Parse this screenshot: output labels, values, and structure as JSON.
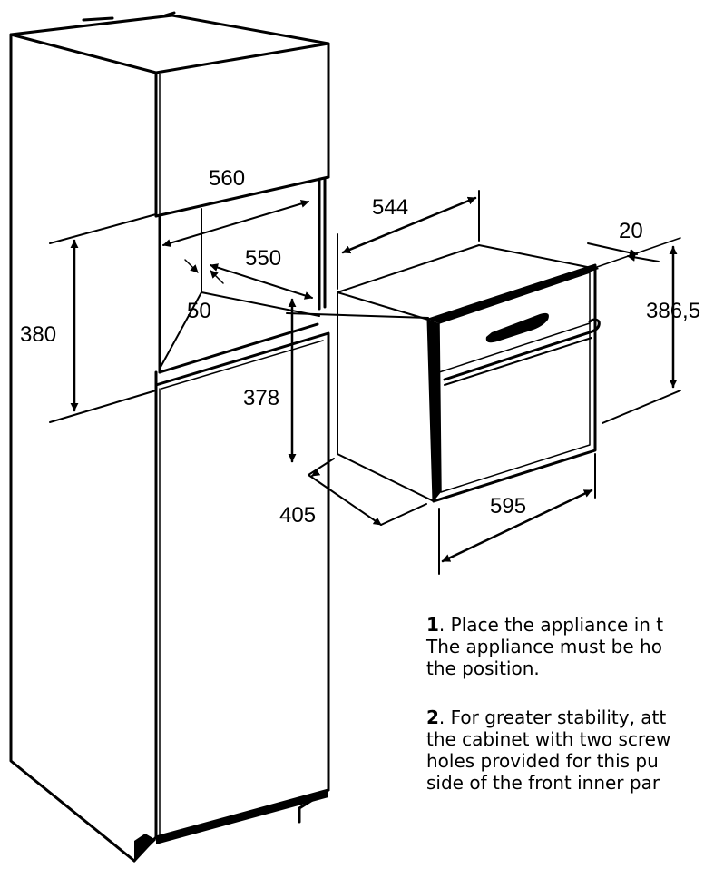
{
  "dimensions": {
    "niche_width": "560",
    "niche_depth": "550",
    "niche_setback": "50",
    "niche_height": "380",
    "appliance_depth": "544",
    "front_panel": "20",
    "front_height": "386,5",
    "body_height": "378",
    "body_depth": "405",
    "front_width": "595"
  },
  "instructions": [
    {
      "number": "1",
      "lines": [
        ". Place the appliance in t",
        "The appliance must be ho",
        "the position."
      ]
    },
    {
      "number": "2",
      "lines": [
        ". For greater stability, att",
        "the cabinet with two screw",
        "holes provided for this pu",
        "side of the front inner par"
      ]
    }
  ]
}
